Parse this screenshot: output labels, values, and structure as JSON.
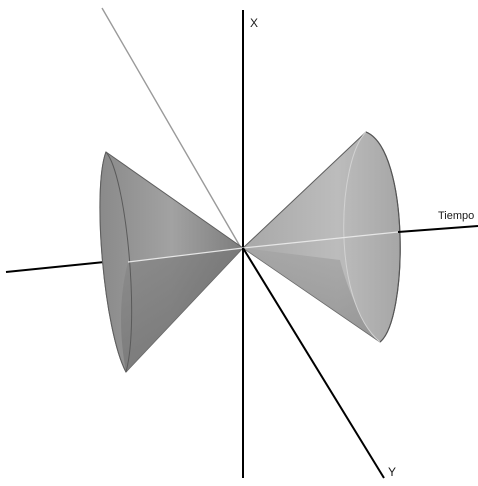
{
  "axes": {
    "x_label": "X",
    "y_label": "Y",
    "time_label": "Tiempo"
  },
  "colors": {
    "background": "#ffffff",
    "axis": "#000000",
    "axis_light": "#9a9a9a",
    "cone_light": "#b4b4b4",
    "cone_mid": "#9e9e9e",
    "cone_dark": "#6f6f6f",
    "cone_edge": "#5a5a5a",
    "cone_axis_line": "#e6e6e6"
  }
}
